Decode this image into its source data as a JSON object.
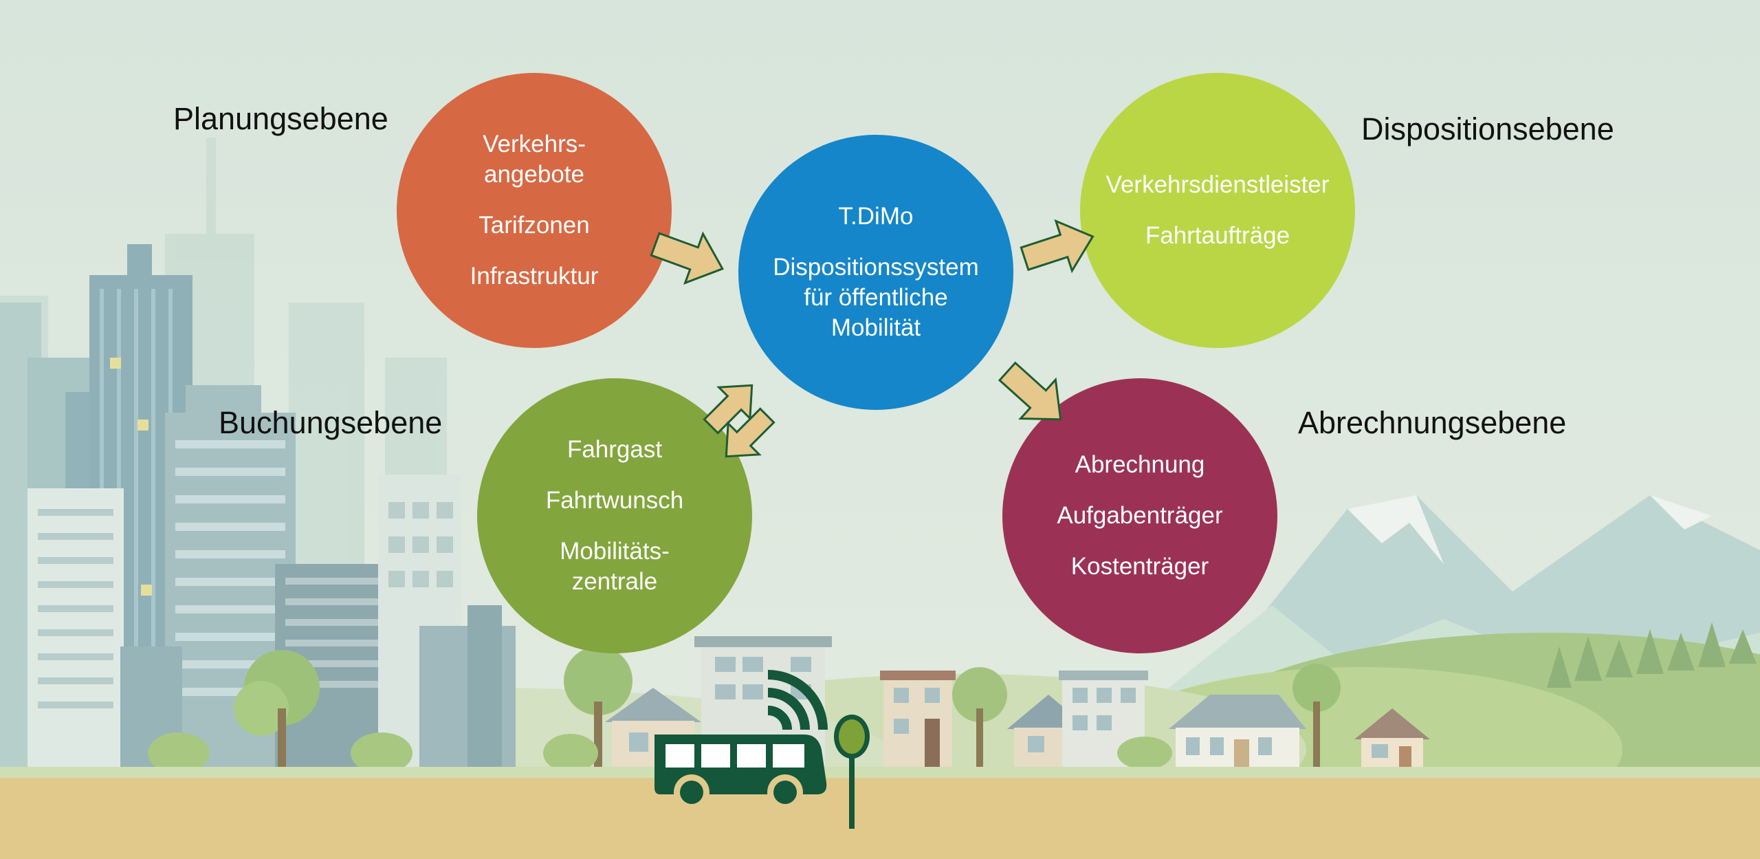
{
  "colors": {
    "sky": "#dbe7df",
    "ground": "#e1c98b",
    "planning": "#d76844",
    "center": "#1586c9",
    "disposition": "#bad645",
    "booking": "#83a53d",
    "billing": "#9b3255",
    "arrow_fill": "#e6c88c",
    "arrow_stroke": "#1f5d33",
    "bus": "#14573a",
    "bus_stop": "#7ea238"
  },
  "levels": {
    "planning": "Planungsebene",
    "disposition": "Dispositionsebene",
    "booking": "Buchungsebene",
    "billing": "Abrechnungsebene"
  },
  "nodes": {
    "planning": {
      "items": [
        "Verkehrs-\nangebote",
        "Tarifzonen",
        "Infrastruktur"
      ]
    },
    "center": {
      "items": [
        "T.DiMo",
        "Dispositionssystem\nfür öffentliche\nMobilität"
      ]
    },
    "disposition": {
      "items": [
        "Verkehrsdienstleister",
        "Fahrtaufträge"
      ]
    },
    "booking": {
      "items": [
        "Fahrgast",
        "Fahrtwunsch",
        "Mobilitäts-\nzentrale"
      ]
    },
    "billing": {
      "items": [
        "Abrechnung",
        "Aufgabenträger",
        "Kostenträger"
      ]
    }
  },
  "icons": {
    "arrow": "block-arrow-icon",
    "bus": "bus-icon",
    "signal": "wifi-signal-icon",
    "bus_stop": "bus-stop-sign-icon"
  }
}
